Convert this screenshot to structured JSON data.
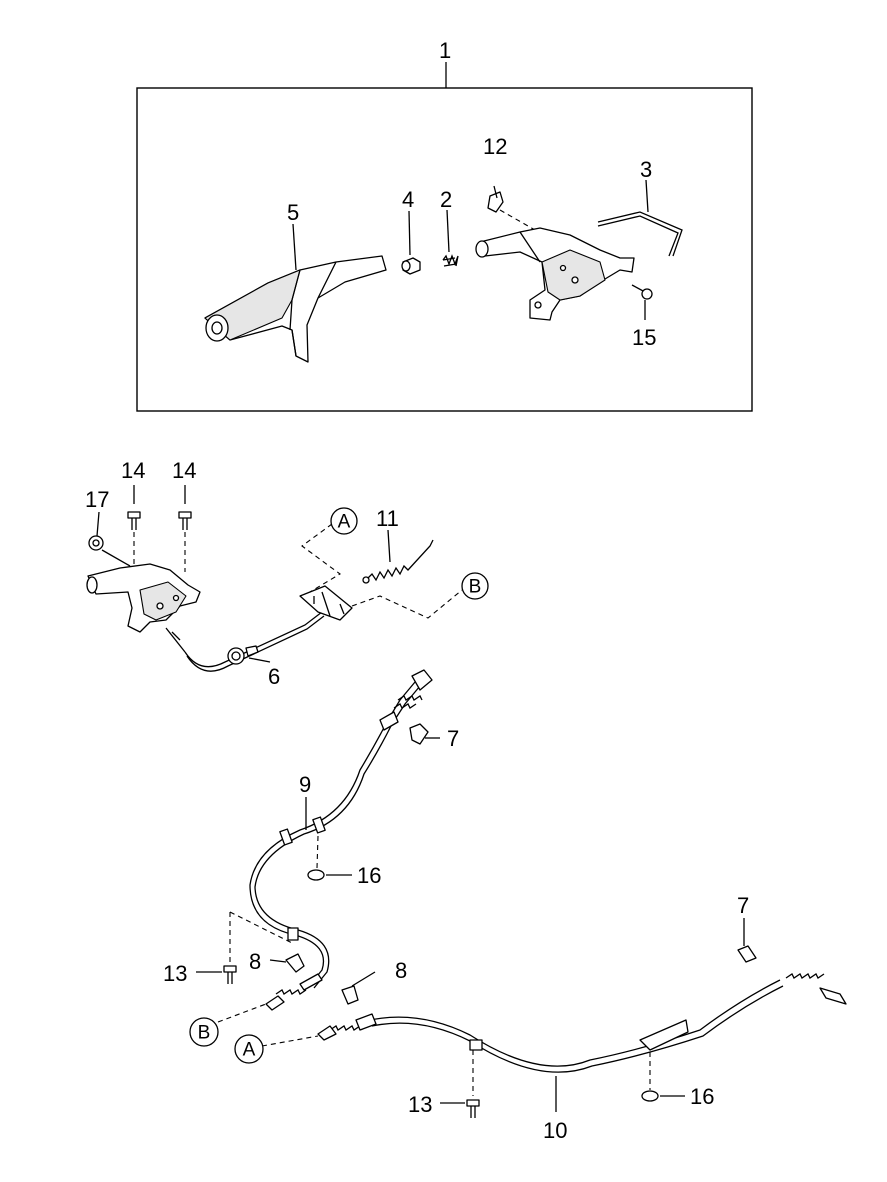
{
  "callouts": {
    "c1": "1",
    "c2": "2",
    "c3": "3",
    "c4": "4",
    "c5": "5",
    "c12": "12",
    "c15": "15",
    "c14a": "14",
    "c14b": "14",
    "c17": "17",
    "c11": "11",
    "c6": "6",
    "c7a": "7",
    "c9": "9",
    "c16a": "16",
    "c8a": "8",
    "c13a": "13",
    "c8b": "8",
    "c7b": "7",
    "c13b": "13",
    "c10": "10",
    "c16b": "16"
  },
  "ref_markers": {
    "a_top": "A",
    "b_top": "B",
    "b_bottom": "B",
    "a_bottom": "A"
  }
}
